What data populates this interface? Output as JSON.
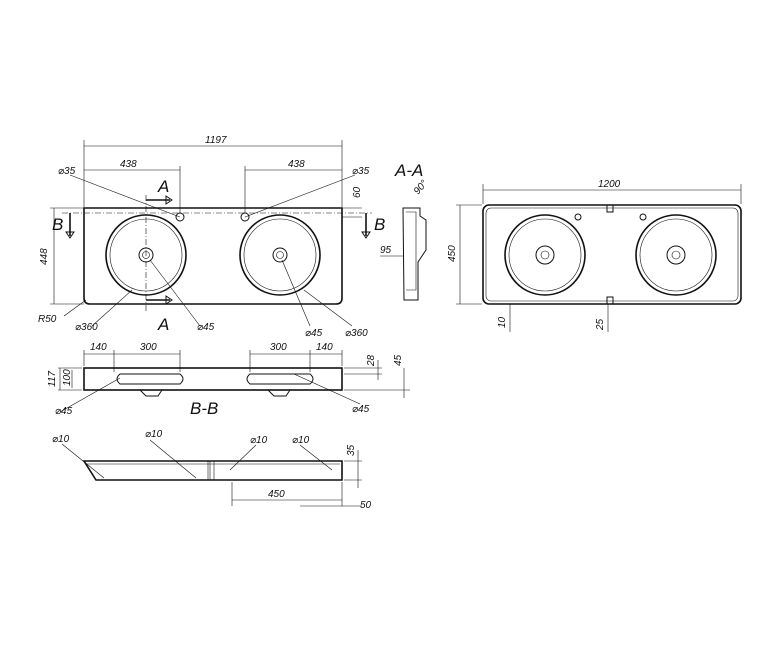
{
  "dimensions": {
    "overall_width": "1197",
    "basin_offset_left": "438",
    "basin_offset_right": "438",
    "tap_hole_left": "⌀35",
    "tap_hole_right": "⌀35",
    "tap_edge": "60",
    "depth": "448",
    "corner_radius": "R50",
    "basin_left": "⌀360",
    "basin_right": "⌀360",
    "drain_left": "⌀45",
    "drain_right": "⌀45",
    "section_depth": "95",
    "bottom_width": "1200",
    "bottom_depth": "450",
    "bottom_edge": "10",
    "bottom_notch": "25",
    "bb_left_140": "140",
    "bb_left_300": "300",
    "bb_right_300": "300",
    "bb_right_140": "140",
    "bb_h117": "117",
    "bb_h100": "100",
    "bb_h28": "28",
    "bb_h45": "45",
    "bb_drain_left": "⌀45",
    "bb_drain_right": "⌀45",
    "lower_d10_a": "⌀10",
    "lower_d10_b": "⌀10",
    "lower_d10_c": "⌀10",
    "lower_d10_d": "⌀10",
    "lower_h35": "35",
    "lower_450": "450",
    "lower_50": "50"
  },
  "labels": {
    "section_a_top": "A",
    "section_a_bottom": "A",
    "section_b_left": "B",
    "section_b_right": "B",
    "section_aa_title": "A-A",
    "angle_90": "90°",
    "section_bb_title": "B-B"
  }
}
